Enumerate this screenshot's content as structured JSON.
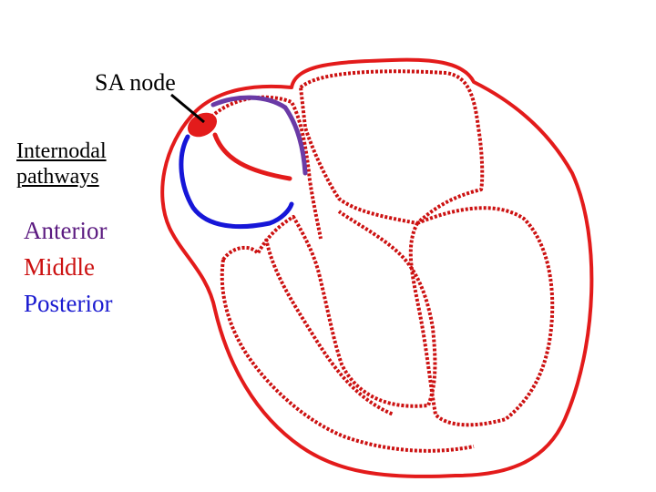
{
  "labels": {
    "sa_node": "SA node",
    "internodal_line1": "Internodal",
    "internodal_line2": "pathways"
  },
  "legend": [
    {
      "text": "Anterior",
      "color": "#5b1a80"
    },
    {
      "text": "Middle",
      "color": "#cc1111"
    },
    {
      "text": "Posterior",
      "color": "#1a1ad0"
    }
  ],
  "colors": {
    "heart_outline": "#e31b1b",
    "inner_wall_dots": "#cc1111",
    "anterior_path": "#6a3aa6",
    "middle_path": "#e31b1b",
    "posterior_path": "#1616d8",
    "sa_node": "#e31b1b",
    "pointer": "#000000"
  }
}
